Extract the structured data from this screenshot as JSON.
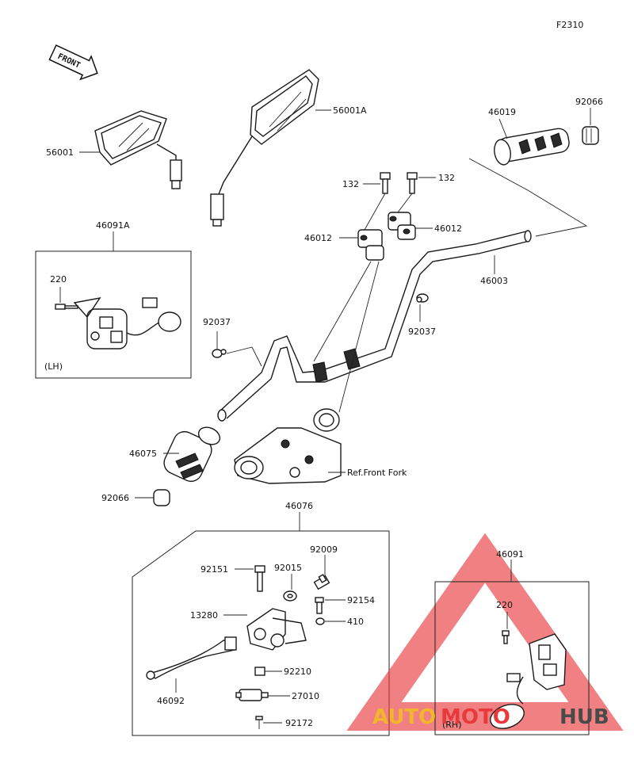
{
  "code": "F2310",
  "front": "FRONT",
  "parts": {
    "p56001": "56001",
    "p56001A": "56001A",
    "p46019": "46019",
    "p92066_top": "92066",
    "p132_left": "132",
    "p132_right": "132",
    "p46012_left": "46012",
    "p46012_right": "46012",
    "p46003": "46003",
    "p46091A": "46091A",
    "p220_left": "220",
    "lh": "(LH)",
    "p92037_left": "92037",
    "p92037_right": "92037",
    "p46075": "46075",
    "p92066_bottom": "92066",
    "ref_front_fork": "Ref.Front Fork",
    "p46076": "46076",
    "p92009": "92009",
    "p92151": "92151",
    "p92015": "92015",
    "p92154": "92154",
    "p13280": "13280",
    "p410": "410",
    "p92210": "92210",
    "p46092": "46092",
    "p27010": "27010",
    "p92172": "92172",
    "p46091": "46091",
    "p220_right": "220",
    "rh": "(RH)"
  },
  "watermark": {
    "brand_auto": "AUTO",
    "brand_moto": "MOTO",
    "brand_hub": "HUB",
    "color_triangle": "#e8393b",
    "color_auto": "#f3b52c",
    "color_moto": "#e8393b",
    "color_hub": "#4a4a4a"
  }
}
